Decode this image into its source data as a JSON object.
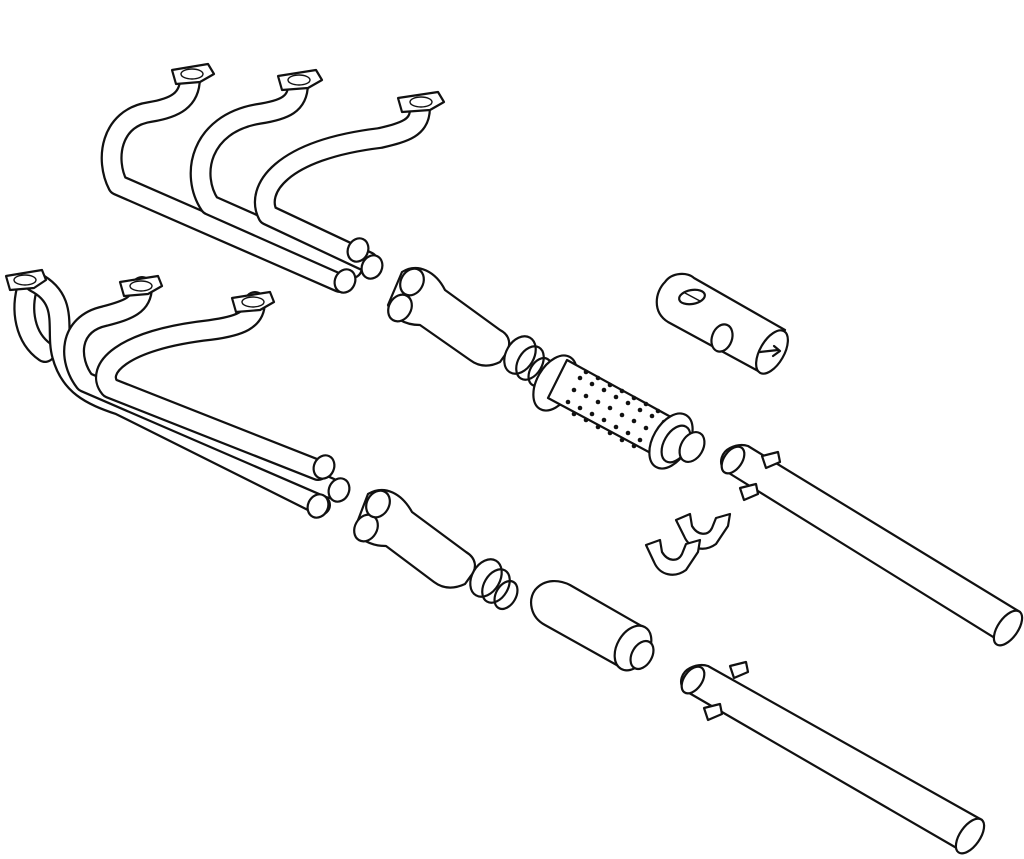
{
  "diagram": {
    "components": [
      "upper-header-pipes",
      "lower-header-pipes",
      "upper-collector",
      "lower-collector",
      "perforated-baffle-core",
      "silencer-shell",
      "lower-silencer",
      "mounting-clamps",
      "upper-tailpipe",
      "lower-tailpipe"
    ]
  }
}
